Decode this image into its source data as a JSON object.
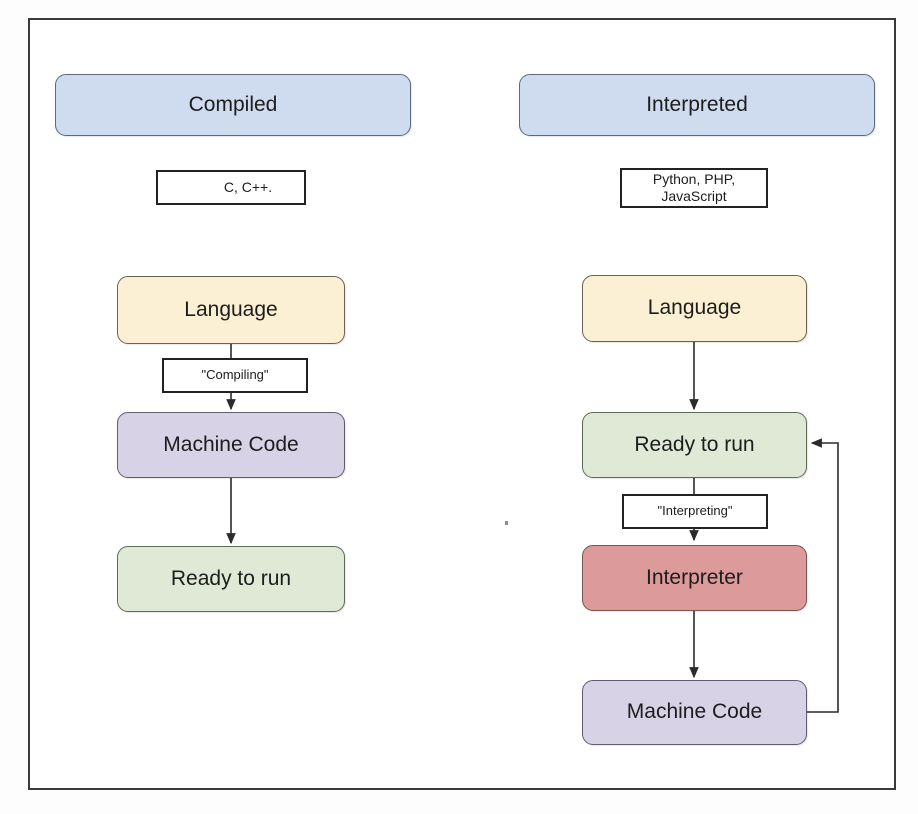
{
  "diagram": {
    "title_left": "Compiled",
    "title_right": "Interpreted",
    "columns": [
      {
        "id": "compiled",
        "header": "Compiled",
        "languages": "C, C++.",
        "nodes": [
          {
            "id": "left-language",
            "label": "Language",
            "color": "#fbf0d3",
            "shape": "rounded"
          },
          {
            "id": "left-machine-code",
            "label": "Machine Code",
            "color": "#d7d2e6",
            "shape": "rounded"
          },
          {
            "id": "left-ready-to-run",
            "label": "Ready to run",
            "color": "#dfe9d6",
            "shape": "rounded"
          }
        ],
        "edge_labels": [
          {
            "id": "compiling-label",
            "label": "\"Compiling\""
          }
        ]
      },
      {
        "id": "interpreted",
        "header": "Interpreted",
        "languages_line1": "Python, PHP,",
        "languages_line2": "JavaScript",
        "nodes": [
          {
            "id": "right-language",
            "label": "Language",
            "color": "#fbf0d3",
            "shape": "rounded"
          },
          {
            "id": "right-ready-to-run",
            "label": "Ready to run",
            "color": "#dfe9d6",
            "shape": "rounded"
          },
          {
            "id": "right-interpreter",
            "label": "Interpreter",
            "color": "#dd9a9a",
            "shape": "rounded"
          },
          {
            "id": "right-machine-code",
            "label": "Machine Code",
            "color": "#d7d2e6",
            "shape": "rounded"
          }
        ],
        "edge_labels": [
          {
            "id": "interpreting-label",
            "label": "\"Interpreting\""
          }
        ]
      }
    ],
    "colors": {
      "header_blue": "#cfdcef",
      "language_yellow": "#fbf0d3",
      "machine_purple": "#d7d2e6",
      "ready_green": "#dfe9d6",
      "interpreter_red": "#dd9a9a",
      "frame_border": "#3a3a3a",
      "arrow": "#2b2b2b",
      "page_background": "#ffffff"
    }
  }
}
